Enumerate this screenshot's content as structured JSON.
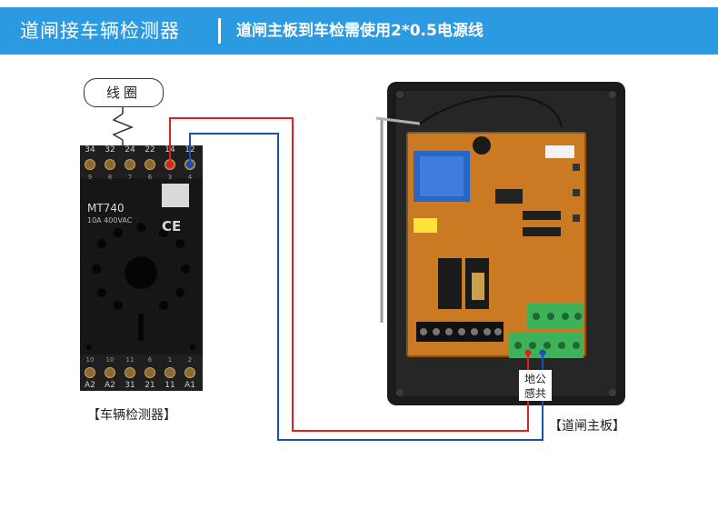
{
  "banner": {
    "title": "道闸接车辆检测器",
    "subtitle": "道闸主板到车检需使用2*0.5电源线"
  },
  "detector": {
    "coil_label": "线圈",
    "model": "MT740",
    "rating": "10A 400VAC",
    "ce_mark": "CE",
    "top_terminal_numbers": [
      "34",
      "32",
      "24",
      "22",
      "14",
      "12"
    ],
    "top_pin_numbers": [
      "9",
      "8",
      "7",
      "6",
      "3",
      "4"
    ],
    "bottom_pin_numbers": [
      "10",
      "10",
      "11",
      "6",
      "1",
      "2"
    ],
    "bottom_terminal_labels": [
      "A2",
      "A2",
      "31",
      "21",
      "11",
      "A1"
    ],
    "caption": "【车辆检测器】"
  },
  "board": {
    "terminal_label_line1": "地公",
    "terminal_label_line2": "感共",
    "caption": "【道闸主板】"
  },
  "colors": {
    "banner": "#2c9ae0",
    "wire_red": "#e02020",
    "wire_blue": "#1a4fb5"
  }
}
